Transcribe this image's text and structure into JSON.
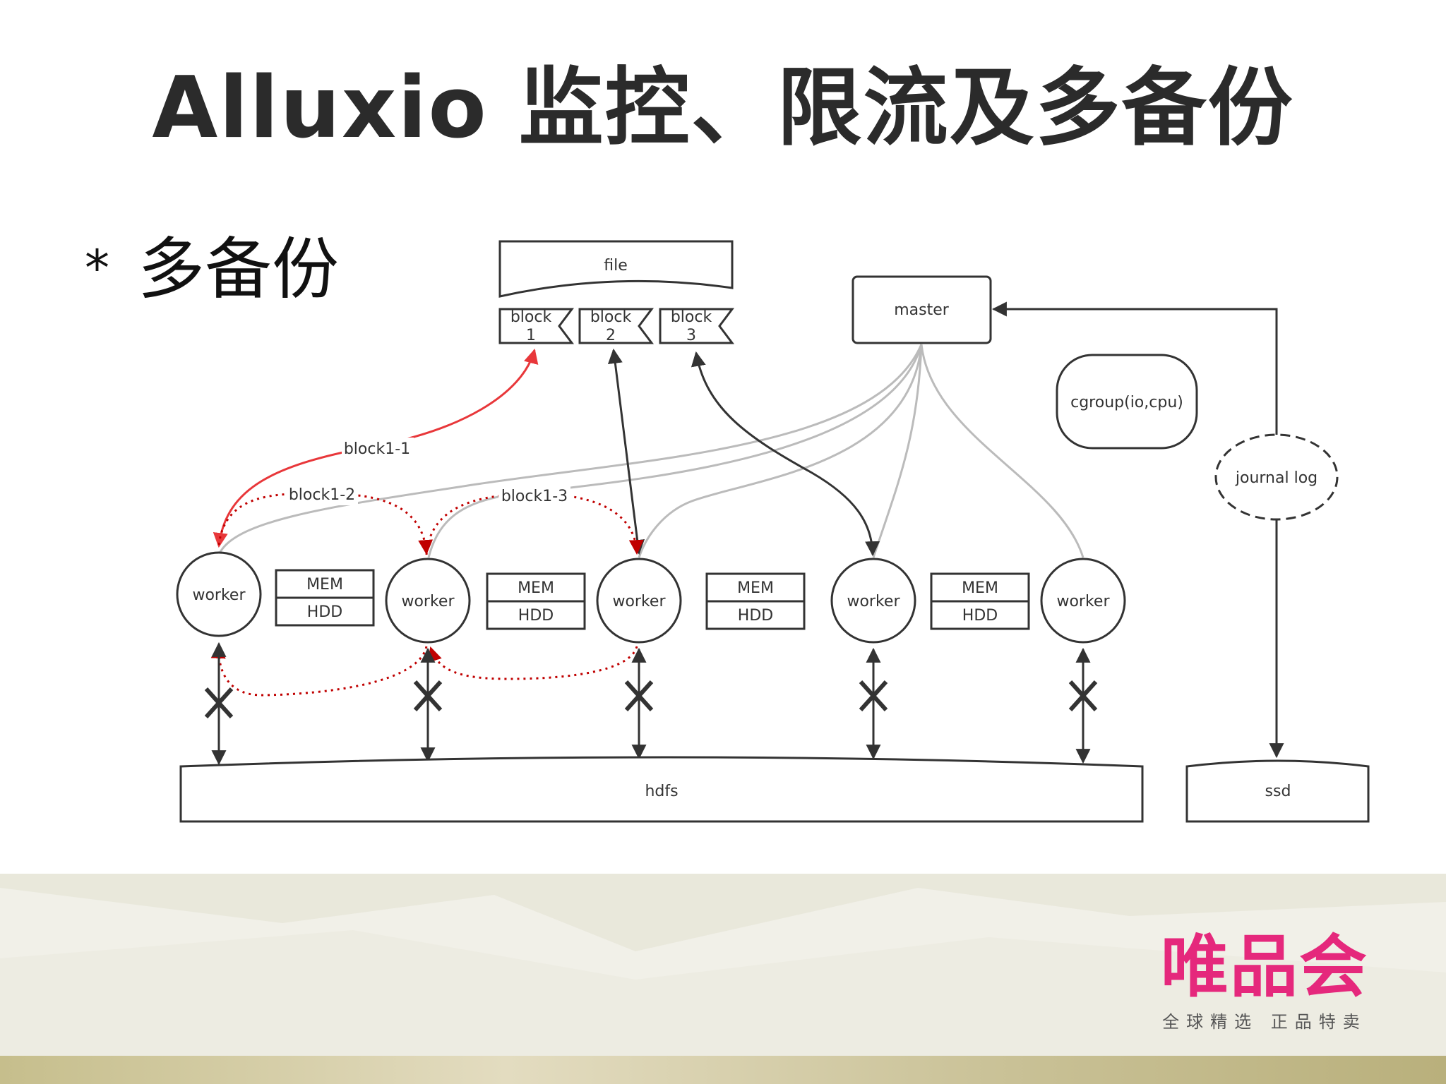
{
  "title": "Alluxio 监控、限流及多备份",
  "bullet": {
    "symbol": "*",
    "text": "多备份"
  },
  "diagram": {
    "file": "file",
    "blocks": [
      {
        "line1": "block",
        "line2": "1"
      },
      {
        "line1": "block",
        "line2": "2"
      },
      {
        "line1": "block",
        "line2": "3"
      }
    ],
    "master": "master",
    "cgroup": "cgroup(io,cpu)",
    "journal": "journal log",
    "workers": [
      "worker",
      "worker",
      "worker",
      "worker",
      "worker"
    ],
    "storage": [
      {
        "mem": "MEM",
        "hdd": "HDD"
      },
      {
        "mem": "MEM",
        "hdd": "HDD"
      },
      {
        "mem": "MEM",
        "hdd": "HDD"
      },
      {
        "mem": "MEM",
        "hdd": "HDD"
      }
    ],
    "replica_labels": [
      "block1-1",
      "block1-2",
      "block1-3"
    ],
    "hdfs": "hdfs",
    "ssd": "ssd"
  },
  "logo": {
    "brand": "唯品会",
    "slogan": "全球精选 正品特卖"
  },
  "colors": {
    "red": "#e8373a",
    "dark_red": "#c00000",
    "dark": "#333333",
    "gray": "#bbbbbb",
    "brand": "#e5287c"
  }
}
